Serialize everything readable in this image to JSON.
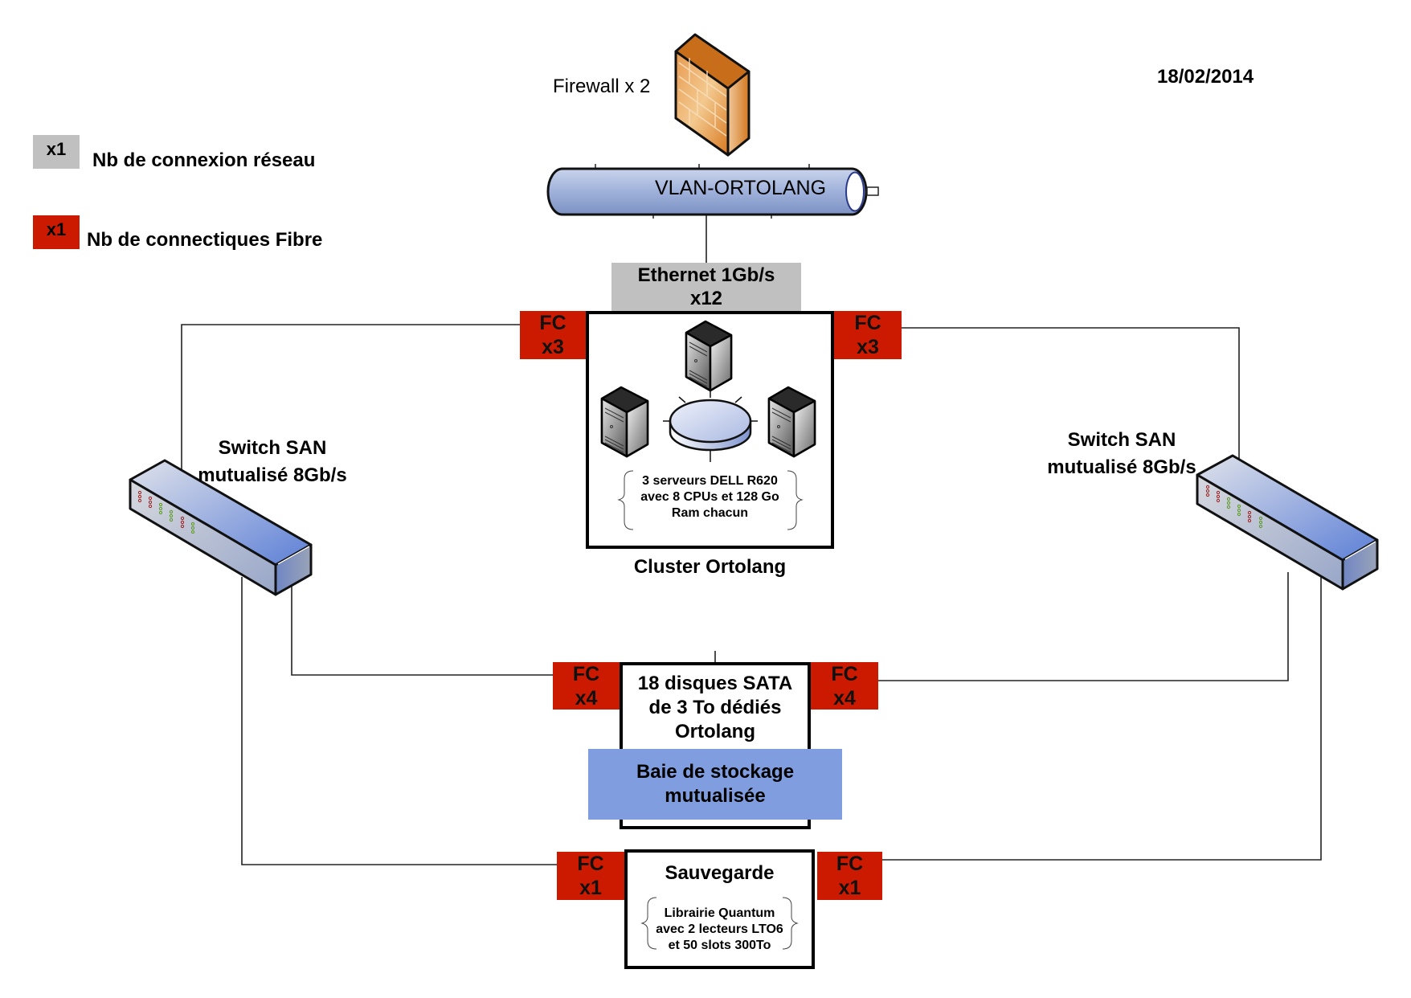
{
  "date": "18/02/2014",
  "legend": [
    {
      "badge": "x1",
      "label": "Nb de connexion réseau",
      "color": "#c0c0c0"
    },
    {
      "badge": "x1",
      "label": "Nb de connectiques Fibre",
      "color": "#cc1a00"
    }
  ],
  "firewall": {
    "label": "Firewall x 2"
  },
  "vlan": {
    "label": "VLAN-ORTOLANG"
  },
  "ethernet": {
    "line1": "Ethernet 1Gb/s",
    "line2": "x12"
  },
  "cluster": {
    "title": "Cluster Ortolang",
    "desc": [
      "3 serveurs DELL R620",
      "avec 8 CPUs et 128 Go",
      "Ram chacun"
    ],
    "fc_left": {
      "label": "FC",
      "count": "x3"
    },
    "fc_right": {
      "label": "FC",
      "count": "x3"
    }
  },
  "switch_left": {
    "line1": "Switch SAN",
    "line2": "mutualisé 8Gb/s"
  },
  "switch_right": {
    "line1": "Switch SAN",
    "line2": "mutualisé 8Gb/s"
  },
  "storage": {
    "desc": [
      "18 disques SATA",
      "de 3 To dédiés",
      "Ortolang"
    ],
    "band": [
      "Baie de stockage",
      "mutualisée"
    ],
    "fc_left": {
      "label": "FC",
      "count": "x4"
    },
    "fc_right": {
      "label": "FC",
      "count": "x4"
    }
  },
  "backup": {
    "title": "Sauvegarde",
    "desc": [
      "Librairie Quantum",
      "avec 2 lecteurs LTO6",
      "et 50 slots 300To"
    ],
    "fc_left": {
      "label": "FC",
      "count": "x1"
    },
    "fc_right": {
      "label": "FC",
      "count": "x1"
    }
  },
  "colors": {
    "fibre": "#cc1a00",
    "network": "#c0c0c0",
    "storage_band": "#7f9ddf",
    "firewall": "#e08a35"
  }
}
